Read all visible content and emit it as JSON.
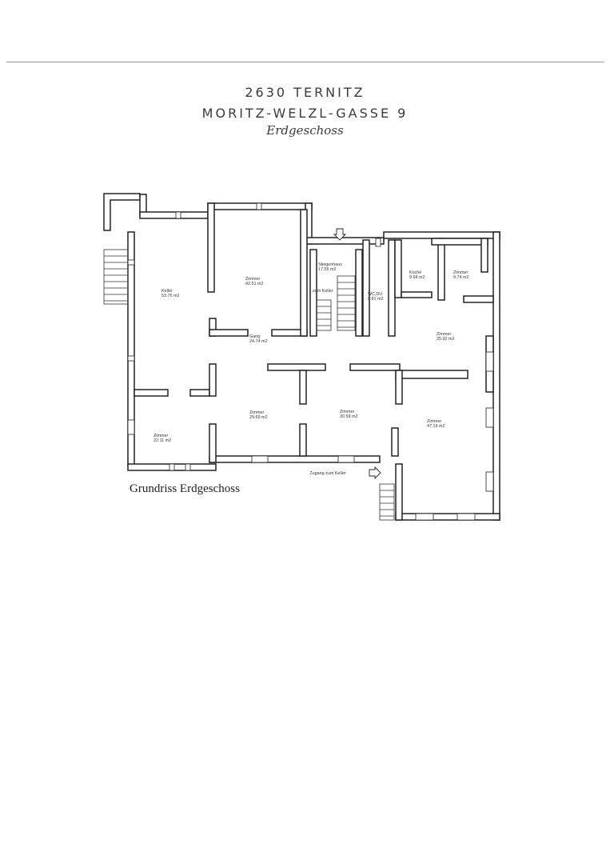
{
  "header": {
    "address": "2630 TERNITZ",
    "street": "MORITZ-WELZL-GASSE 9",
    "floor": "Erdgeschoss"
  },
  "plan": {
    "caption": "Grundriss Erdgeschoss",
    "cellar_access": "Zugang zum Keller",
    "rooms": [
      {
        "name": "Keller",
        "area": "53.76 m2"
      },
      {
        "name": "Zimmer",
        "area": "42.51 m2"
      },
      {
        "name": "Stiegenhaus",
        "area": "17.55 m2"
      },
      {
        "name": "zum Keller",
        "area": ""
      },
      {
        "name": "WC,DU",
        "area": "9.81 m2"
      },
      {
        "name": "Küche",
        "area": "9.68 m2"
      },
      {
        "name": "Zimmer",
        "area": "9.74 m2"
      },
      {
        "name": "Gang",
        "area": "24.74 m2"
      },
      {
        "name": "Zimmer",
        "area": "25.92 m2"
      },
      {
        "name": "Zimmer",
        "area": "29.69 m2"
      },
      {
        "name": "Zimmer",
        "area": "30.59 m2"
      },
      {
        "name": "Zimmer",
        "area": "47.19 m2"
      },
      {
        "name": "Zimmer",
        "area": "22.11 m2"
      }
    ]
  }
}
